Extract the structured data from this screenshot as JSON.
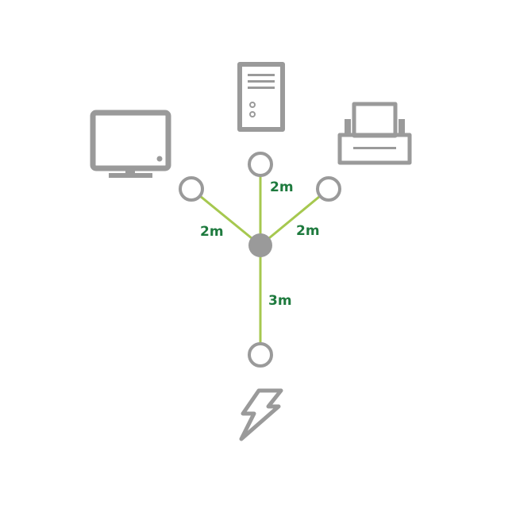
{
  "colors": {
    "icon": "#9a9a9a",
    "cable": "#a6c84f",
    "label": "#1e7a3e"
  },
  "devices": {
    "monitor": {
      "icon": "monitor-icon"
    },
    "computer": {
      "icon": "desktop-tower-icon"
    },
    "printer": {
      "icon": "printer-icon"
    },
    "power": {
      "icon": "lightning-bolt-icon"
    }
  },
  "cables": {
    "monitor": {
      "length_label": "2m"
    },
    "computer": {
      "length_label": "2m"
    },
    "printer": {
      "length_label": "2m"
    },
    "power": {
      "length_label": "3m"
    }
  }
}
